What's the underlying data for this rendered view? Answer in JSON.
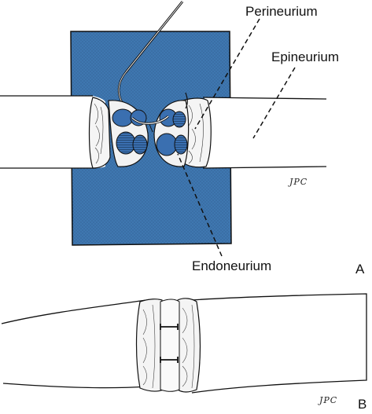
{
  "labels": {
    "perineurium": "Perineurium",
    "epineurium": "Epineurium",
    "endoneurium": "Endoneurium"
  },
  "panels": {
    "a": "A",
    "b": "B"
  },
  "signature_a": "JPC",
  "signature_b": "JPC",
  "colors": {
    "sheet": "#3f77b0",
    "fascicle": "#3a6fb0",
    "ink": "#111111",
    "nerve_fill": "#ffffff"
  }
}
